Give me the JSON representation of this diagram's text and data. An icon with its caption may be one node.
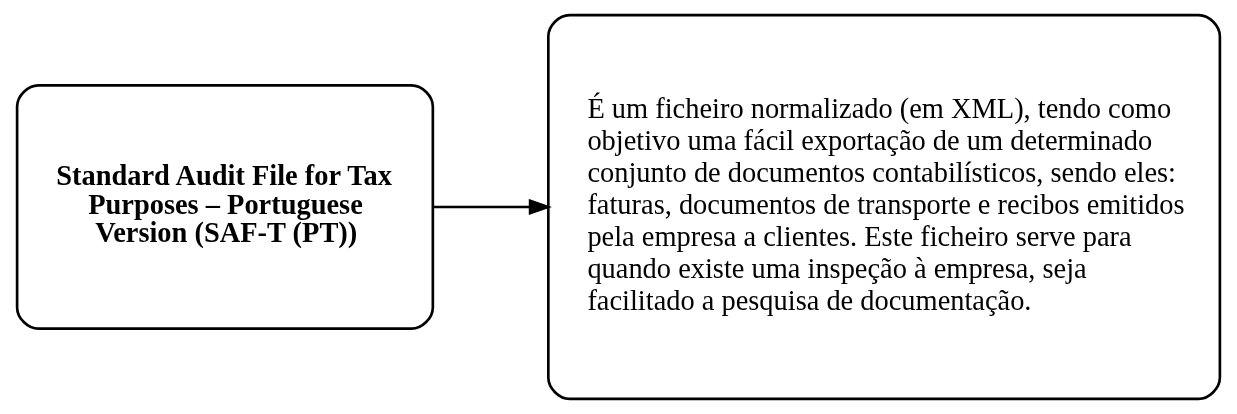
{
  "diagram": {
    "nodes": [
      {
        "text": [
          "Standard Audit File for Tax Purposes – Portuguese Version (SAF-T (PT))"
        ]
      },
      {
        "text": [
          "É um ficheiro normalizado (em XML), tendo como objetivo uma fácil exportação de um determinado conjunto de documentos contabilísticos, sendo eles: faturas, documentos de transporte e recibos emitidos pela empresa a clientes. Este ficheiro serve para quando existe uma inspeção à empresa, seja facilitado a pesquisa de documentação."
        ]
      }
    ],
    "edges": [
      {
        "from": 0,
        "to": 1,
        "arrow": "to"
      }
    ]
  }
}
